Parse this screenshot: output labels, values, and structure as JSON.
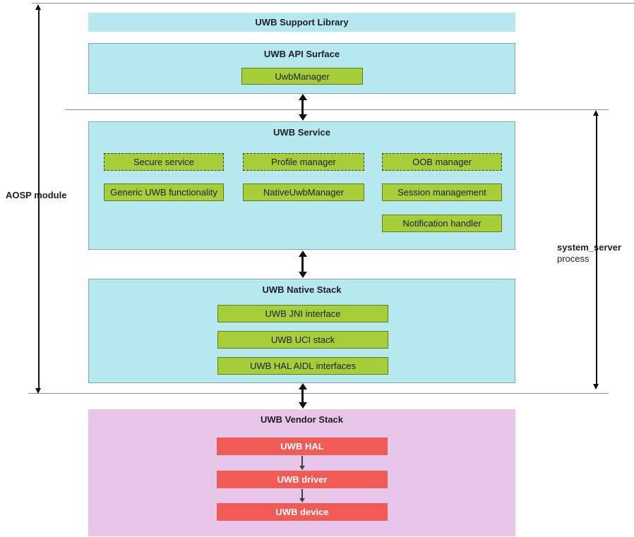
{
  "labels": {
    "aosp_module": "AOSP module",
    "system_server": "system_server",
    "system_server_sub": "process"
  },
  "support_library": {
    "title": "UWB Support Library"
  },
  "api_surface": {
    "title": "UWB API Surface",
    "manager": "UwbManager"
  },
  "service": {
    "title": "UWB Service",
    "dashed": [
      "Secure service",
      "Profile manager",
      "OOB manager"
    ],
    "solid": [
      "Generic UWB functionality",
      "NativeUwbManager",
      "Session management"
    ],
    "extra": "Notification handler"
  },
  "native_stack": {
    "title": "UWB Native Stack",
    "items": [
      "UWB JNI interface",
      "UWB UCI stack",
      "UWB HAL AIDL interfaces"
    ]
  },
  "vendor_stack": {
    "title": "UWB Vendor Stack",
    "items": [
      "UWB HAL",
      "UWB driver",
      "UWB device"
    ]
  },
  "colors": {
    "cyan": "#b6e8f0",
    "green": "#a5ce39",
    "purple": "#e7c6e9",
    "red": "#f15b55",
    "separator_gray": "#8a9096",
    "arrow_black": "#111111",
    "text": "#202124"
  }
}
